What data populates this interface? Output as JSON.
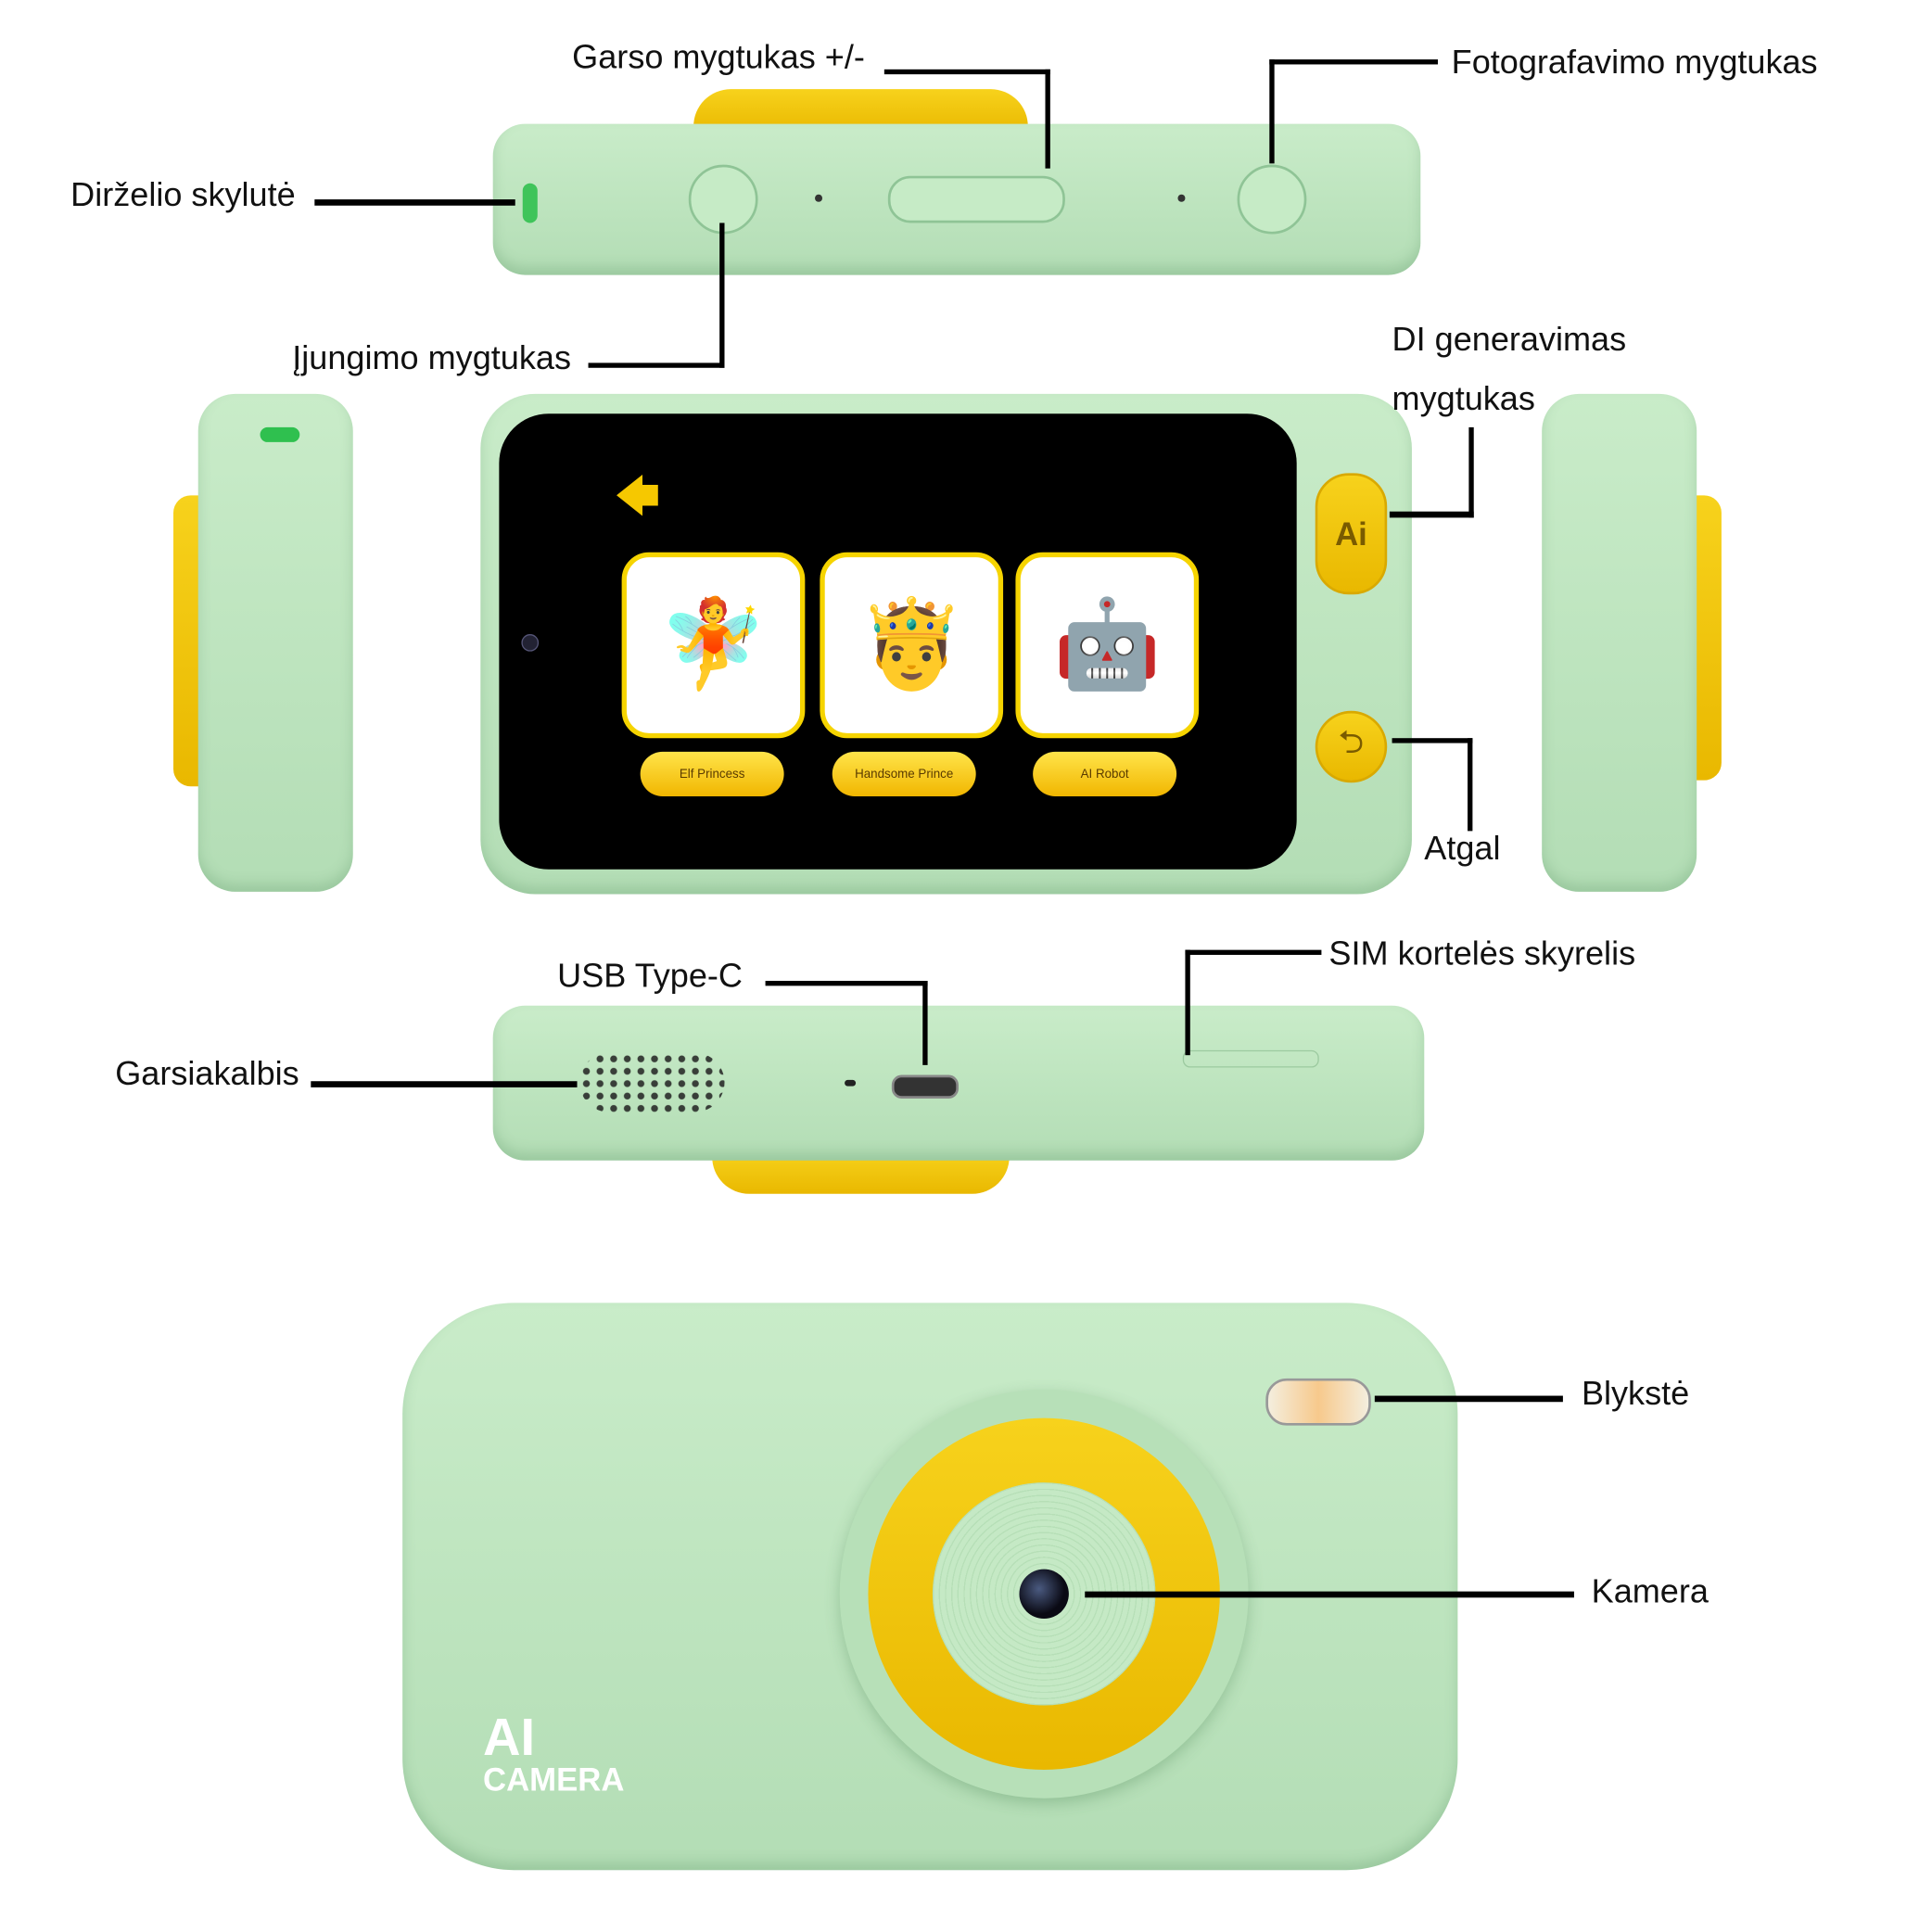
{
  "labels": {
    "volume": "Garso mygtukas +/-",
    "shutter": "Fotografavimo mygtukas",
    "strap": "Dirželio skylutė",
    "power": "Įjungimo mygtukas",
    "ai_line1": "DI generavimas",
    "ai_line2": "mygtukas",
    "back": "Atgal",
    "usb": "USB Type-C",
    "sim": "SIM kortelės skyrelis",
    "speaker": "Garsiakalbis",
    "flash": "Blykstė",
    "camera": "Kamera"
  },
  "screen": {
    "cards": [
      {
        "label": "Elf Princess",
        "icon": "🧚"
      },
      {
        "label": "Handsome Prince",
        "icon": "🤴"
      },
      {
        "label": "AI Robot",
        "icon": "🤖"
      }
    ],
    "ai_button": "Ai"
  },
  "branding": {
    "line1": "AI",
    "line2": "CAMERA"
  },
  "colors": {
    "body": "#bfe6c0",
    "accent": "#f2c40c",
    "screen": "#000000"
  }
}
